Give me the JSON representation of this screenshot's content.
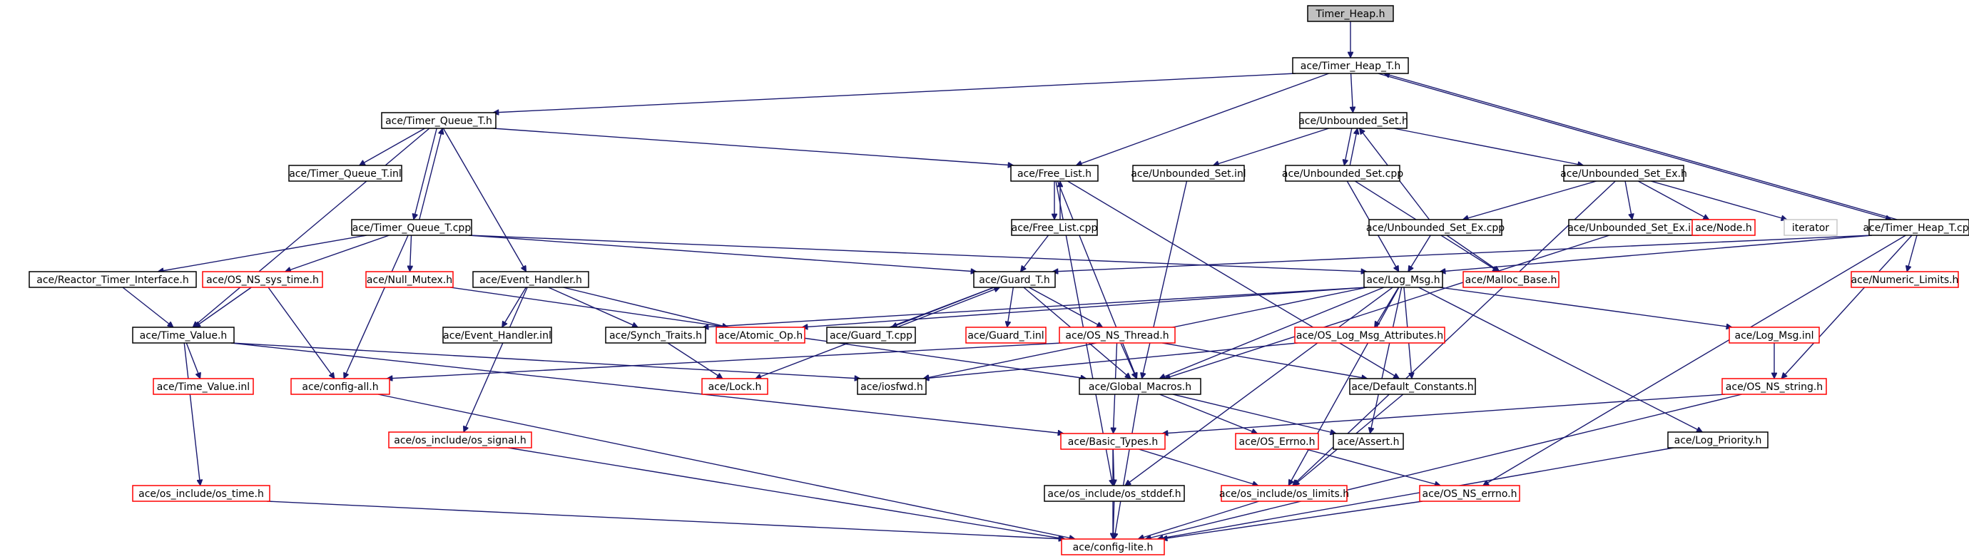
{
  "graph": {
    "colors": {
      "edge": "#191970",
      "documented_border": "#000000",
      "undocumented_border": "#ff0000",
      "root_fill": "#c0c0c0"
    },
    "nodes": [
      {
        "id": "n1",
        "label": "Timer_Heap.h",
        "kind": "root"
      },
      {
        "id": "n2",
        "label": "ace/Timer_Heap_T.h",
        "kind": "doc"
      },
      {
        "id": "n3",
        "label": "ace/Timer_Queue_T.h",
        "kind": "doc"
      },
      {
        "id": "n4",
        "label": "ace/Unbounded_Set.h",
        "kind": "doc"
      },
      {
        "id": "n5",
        "label": "ace/Timer_Queue_T.inl",
        "kind": "doc"
      },
      {
        "id": "n6",
        "label": "ace/Free_List.h",
        "kind": "doc"
      },
      {
        "id": "n7",
        "label": "ace/Unbounded_Set.inl",
        "kind": "doc"
      },
      {
        "id": "n8",
        "label": "ace/Unbounded_Set.cpp",
        "kind": "doc"
      },
      {
        "id": "n9",
        "label": "ace/Unbounded_Set_Ex.h",
        "kind": "doc"
      },
      {
        "id": "n10",
        "label": "ace/Timer_Queue_T.cpp",
        "kind": "doc"
      },
      {
        "id": "n11",
        "label": "ace/Free_List.cpp",
        "kind": "doc"
      },
      {
        "id": "n12",
        "label": "ace/Unbounded_Set_Ex.cpp",
        "kind": "doc"
      },
      {
        "id": "n13",
        "label": "ace/Unbounded_Set_Ex.inl",
        "kind": "doc"
      },
      {
        "id": "n14",
        "label": "ace/Node.h",
        "kind": "nodoc"
      },
      {
        "id": "n15",
        "label": "iterator",
        "kind": "plain"
      },
      {
        "id": "n16",
        "label": "ace/Timer_Heap_T.cpp",
        "kind": "doc"
      },
      {
        "id": "n17",
        "label": "ace/Reactor_Timer_Interface.h",
        "kind": "doc"
      },
      {
        "id": "n18",
        "label": "ace/OS_NS_sys_time.h",
        "kind": "nodoc"
      },
      {
        "id": "n19",
        "label": "ace/Null_Mutex.h",
        "kind": "nodoc"
      },
      {
        "id": "n20",
        "label": "ace/Event_Handler.h",
        "kind": "doc"
      },
      {
        "id": "n21",
        "label": "ace/Guard_T.h",
        "kind": "doc"
      },
      {
        "id": "n22",
        "label": "ace/Log_Msg.h",
        "kind": "doc"
      },
      {
        "id": "n23",
        "label": "ace/Malloc_Base.h",
        "kind": "nodoc"
      },
      {
        "id": "n24",
        "label": "ace/Numeric_Limits.h",
        "kind": "nodoc"
      },
      {
        "id": "n25",
        "label": "ace/Time_Value.h",
        "kind": "doc"
      },
      {
        "id": "n26",
        "label": "ace/Event_Handler.inl",
        "kind": "doc"
      },
      {
        "id": "n27",
        "label": "ace/Synch_Traits.h",
        "kind": "doc"
      },
      {
        "id": "n28",
        "label": "ace/Atomic_Op.h",
        "kind": "nodoc"
      },
      {
        "id": "n29",
        "label": "ace/Guard_T.cpp",
        "kind": "doc"
      },
      {
        "id": "n30",
        "label": "ace/Guard_T.inl",
        "kind": "nodoc"
      },
      {
        "id": "n31",
        "label": "ace/OS_NS_Thread.h",
        "kind": "nodoc"
      },
      {
        "id": "n32",
        "label": "ace/OS_Log_Msg_Attributes.h",
        "kind": "nodoc"
      },
      {
        "id": "n33",
        "label": "ace/Log_Msg.inl",
        "kind": "nodoc"
      },
      {
        "id": "n34",
        "label": "ace/Time_Value.inl",
        "kind": "nodoc"
      },
      {
        "id": "n35",
        "label": "ace/config-all.h",
        "kind": "nodoc"
      },
      {
        "id": "n36",
        "label": "ace/Lock.h",
        "kind": "nodoc"
      },
      {
        "id": "n37",
        "label": "ace/iosfwd.h",
        "kind": "doc"
      },
      {
        "id": "n38",
        "label": "ace/Global_Macros.h",
        "kind": "doc"
      },
      {
        "id": "n39",
        "label": "ace/Default_Constants.h",
        "kind": "doc"
      },
      {
        "id": "n40",
        "label": "ace/OS_NS_string.h",
        "kind": "nodoc"
      },
      {
        "id": "n41",
        "label": "ace/os_include/os_signal.h",
        "kind": "nodoc"
      },
      {
        "id": "n42",
        "label": "ace/Basic_Types.h",
        "kind": "nodoc"
      },
      {
        "id": "n43",
        "label": "ace/OS_Errno.h",
        "kind": "nodoc"
      },
      {
        "id": "n44",
        "label": "ace/Assert.h",
        "kind": "doc"
      },
      {
        "id": "n45",
        "label": "ace/Log_Priority.h",
        "kind": "doc"
      },
      {
        "id": "n46",
        "label": "ace/os_include/os_time.h",
        "kind": "nodoc"
      },
      {
        "id": "n47",
        "label": "ace/os_include/os_stddef.h",
        "kind": "doc"
      },
      {
        "id": "n48",
        "label": "ace/os_include/os_limits.h",
        "kind": "nodoc"
      },
      {
        "id": "n49",
        "label": "ace/OS_NS_errno.h",
        "kind": "nodoc"
      },
      {
        "id": "n50",
        "label": "ace/config-lite.h",
        "kind": "nodoc"
      }
    ],
    "edges": [
      [
        "n1",
        "n2"
      ],
      [
        "n2",
        "n3"
      ],
      [
        "n2",
        "n4"
      ],
      [
        "n2",
        "n6"
      ],
      [
        "n2",
        "n16"
      ],
      [
        "n16",
        "n2"
      ],
      [
        "n3",
        "n5"
      ],
      [
        "n3",
        "n6"
      ],
      [
        "n3",
        "n10"
      ],
      [
        "n10",
        "n3"
      ],
      [
        "n3",
        "n20"
      ],
      [
        "n3",
        "n25"
      ],
      [
        "n4",
        "n7"
      ],
      [
        "n4",
        "n8"
      ],
      [
        "n8",
        "n4"
      ],
      [
        "n4",
        "n9"
      ],
      [
        "n6",
        "n11"
      ],
      [
        "n11",
        "n6"
      ],
      [
        "n6",
        "n38"
      ],
      [
        "n6",
        "n39"
      ],
      [
        "n6",
        "n47"
      ],
      [
        "n11",
        "n21"
      ],
      [
        "n7",
        "n38"
      ],
      [
        "n8",
        "n22"
      ],
      [
        "n8",
        "n23"
      ],
      [
        "n9",
        "n12"
      ],
      [
        "n9",
        "n13"
      ],
      [
        "n9",
        "n14"
      ],
      [
        "n9",
        "n15"
      ],
      [
        "n9",
        "n48"
      ],
      [
        "n12",
        "n4"
      ],
      [
        "n12",
        "n22"
      ],
      [
        "n12",
        "n23"
      ],
      [
        "n13",
        "n38"
      ],
      [
        "n16",
        "n21"
      ],
      [
        "n16",
        "n22"
      ],
      [
        "n16",
        "n24"
      ],
      [
        "n16",
        "n40"
      ],
      [
        "n16",
        "n49"
      ],
      [
        "n10",
        "n17"
      ],
      [
        "n10",
        "n18"
      ],
      [
        "n10",
        "n19"
      ],
      [
        "n10",
        "n21"
      ],
      [
        "n10",
        "n22"
      ],
      [
        "n10",
        "n35"
      ],
      [
        "n17",
        "n25"
      ],
      [
        "n18",
        "n25"
      ],
      [
        "n18",
        "n35"
      ],
      [
        "n19",
        "n38"
      ],
      [
        "n20",
        "n26"
      ],
      [
        "n20",
        "n27"
      ],
      [
        "n20",
        "n28"
      ],
      [
        "n20",
        "n41"
      ],
      [
        "n21",
        "n29"
      ],
      [
        "n29",
        "n21"
      ],
      [
        "n21",
        "n30"
      ],
      [
        "n21",
        "n31"
      ],
      [
        "n21",
        "n36"
      ],
      [
        "n21",
        "n38"
      ],
      [
        "n22",
        "n27"
      ],
      [
        "n22",
        "n28"
      ],
      [
        "n22",
        "n32"
      ],
      [
        "n22",
        "n33"
      ],
      [
        "n22",
        "n37"
      ],
      [
        "n22",
        "n38"
      ],
      [
        "n22",
        "n39"
      ],
      [
        "n22",
        "n44"
      ],
      [
        "n22",
        "n45"
      ],
      [
        "n22",
        "n47"
      ],
      [
        "n22",
        "n48"
      ],
      [
        "n25",
        "n34"
      ],
      [
        "n25",
        "n46"
      ],
      [
        "n25",
        "n42"
      ],
      [
        "n25",
        "n37"
      ],
      [
        "n27",
        "n36"
      ],
      [
        "n31",
        "n35"
      ],
      [
        "n31",
        "n42"
      ],
      [
        "n31",
        "n38"
      ],
      [
        "n31",
        "n39"
      ],
      [
        "n32",
        "n37"
      ],
      [
        "n33",
        "n40"
      ],
      [
        "n35",
        "n50"
      ],
      [
        "n38",
        "n43"
      ],
      [
        "n38",
        "n44"
      ],
      [
        "n38",
        "n50"
      ],
      [
        "n39",
        "n48"
      ],
      [
        "n40",
        "n42"
      ],
      [
        "n40",
        "n50"
      ],
      [
        "n41",
        "n50"
      ],
      [
        "n42",
        "n47"
      ],
      [
        "n42",
        "n48"
      ],
      [
        "n42",
        "n50"
      ],
      [
        "n43",
        "n49"
      ],
      [
        "n45",
        "n50"
      ],
      [
        "n46",
        "n50"
      ],
      [
        "n47",
        "n50"
      ],
      [
        "n48",
        "n50"
      ],
      [
        "n49",
        "n50"
      ]
    ]
  }
}
